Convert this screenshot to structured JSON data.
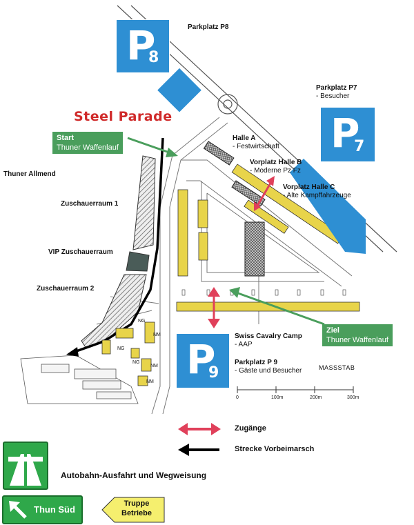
{
  "map": {
    "title": "Steel Parade",
    "parking": {
      "p8": {
        "letter": "P",
        "number": "8",
        "label": "Parkplatz P8"
      },
      "p7": {
        "letter": "P",
        "number": "7",
        "label": "Parkplatz P7",
        "sub": "- Besucher"
      },
      "p9": {
        "letter": "P",
        "number": "9",
        "label": "Parkplatz P 9",
        "sub": "- Gäste und Besucher"
      }
    },
    "start": {
      "title": "Start",
      "text": "Thuner Waffenlauf"
    },
    "ziel": {
      "title": "Ziel",
      "text": "Thuner Waffenlauf"
    },
    "labels": {
      "allmend": "Thuner Allmend",
      "zuschauer1": "Zuschauerraum 1",
      "vip": "VIP Zuschauerraum",
      "zuschauer2": "Zuschauerraum 2",
      "halle_a": "Halle A",
      "halle_a_sub": "- Festwirtschaft",
      "halle_b": "Vorplatz Halle B",
      "halle_b_sub": "- Moderne Pz Fz",
      "halle_c": "Vorplatz Halle C",
      "halle_c_sub": "- Alte Kampffahrzeuge",
      "cavalry": "Swiss Cavalry Camp",
      "cavalry_sub": "- AAP"
    },
    "building_codes": [
      "NG",
      "NG",
      "NG",
      "NM",
      "NM",
      "NM"
    ],
    "scale": {
      "title": "MASSSTAB",
      "ticks": [
        "0",
        "100m",
        "200m",
        "300m"
      ]
    },
    "legend": {
      "access": "Zugänge",
      "route": "Strecke Vorbeimarsch",
      "highway": "Autobahn-Ausfahrt und Wegweisung"
    },
    "signs": {
      "thun": "Thun Süd",
      "truppe_line1": "Truppe",
      "truppe_line2": "Betriebe"
    }
  },
  "colors": {
    "parking_blue": "#2e8fd3",
    "building_yellow": "#e8d44a",
    "callout_green": "#4a9e5c",
    "title_red": "#d02a2a",
    "access_arrow": "#e0405a",
    "highway_green": "#2fa84a",
    "truppe_yellow": "#f5ef6e"
  }
}
